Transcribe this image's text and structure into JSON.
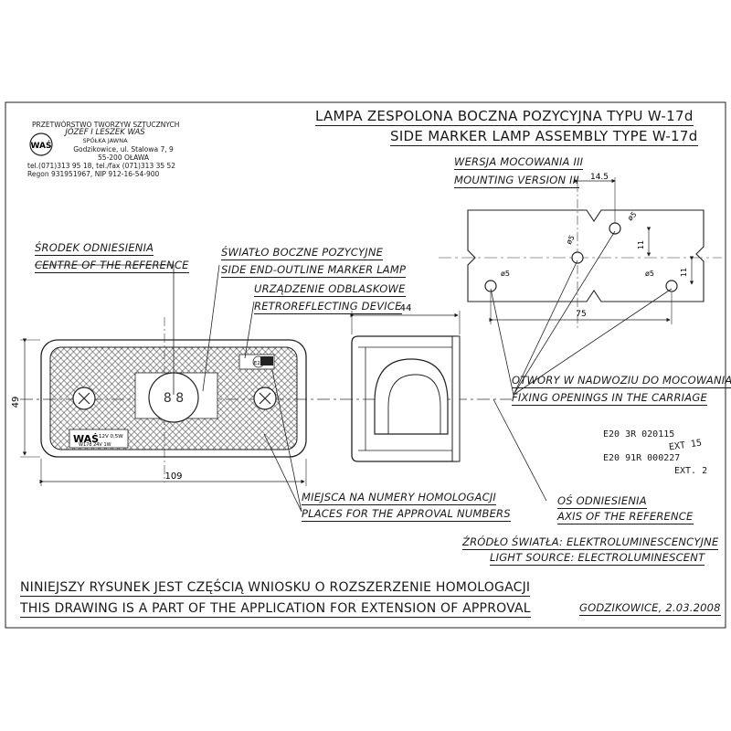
{
  "company": {
    "line1": "PRZETWÓRSTWO TWORZYW SZTUCZNYCH",
    "line2": "JÓZEF I LESZEK WAŚ",
    "line3": "SPÓŁKA JAWNA",
    "line4": "Godzikowice, ul. Stalowa 7, 9",
    "line5": "55-200 OŁAWA",
    "line6": "tel.(071)313 95 18, tel./fax (071)313 35 52",
    "line7": "Regon 931951967, NIP 912-16-54-900",
    "logo_text": "WAŚ"
  },
  "title": {
    "pl": "LAMPA ZESPOLONA BOCZNA POZYCYJNA TYPU W-17d",
    "en": "SIDE MARKER LAMP ASSEMBLY TYPE W-17d"
  },
  "mounting": {
    "pl": "WERSJA MOCOWANIA III",
    "en": "MOUNTING VERSION III",
    "dim_14_5": "14.5",
    "dim_75": "75",
    "dim_11a": "11",
    "dim_11b": "11",
    "phi_top": "ø5",
    "phi_mid": "ø5",
    "phi_left": "ø5",
    "phi_right": "ø5"
  },
  "labels": {
    "ref_pl": "ŚRODEK ODNIESIENIA",
    "ref_en": "CENTRE OF THE REFERENCE",
    "side_pl": "ŚWIATŁO BOCZNE POZYCYJNE",
    "side_en": "SIDE END-OUTLINE MARKER LAMP",
    "retro_pl": "URZĄDZENIE ODBLASKOWE",
    "retro_en": "RETROREFLECTING DEVICE",
    "holes_pl": "OTWORY W NADWOZIU DO MOCOWANIA",
    "holes_en": "FIXING OPENINGS IN THE CARRIAGE",
    "places_pl": "MIEJSCA NA NUMERY HOMOLOGACJI",
    "places_en": "PLACES FOR THE APPROVAL NUMBERS",
    "axis_pl": "OŚ ODNIESIENIA",
    "axis_en": "AXIS OF THE REFERENCE",
    "source_pl": "ŹRÓDŁO ŚWIATŁA: ELEKTROLUMINESCENCYJNE",
    "source_en": "LIGHT SOURCE: ELECTROLUMINESCENT"
  },
  "dimensions": {
    "width": "109",
    "height": "49",
    "depth": "44"
  },
  "lamp": {
    "brand": "WAŚ",
    "spec1": "12V 0,5W",
    "spec2": "W17d  24V 1W",
    "badge": "E20"
  },
  "approvals": {
    "line1": "E20  3R  020115",
    "line1_ext": "EXT 15",
    "line2": "E20  91R  000227",
    "line2_ext": "EXT. 2"
  },
  "footer": {
    "pl": "NINIEJSZY RYSUNEK JEST CZĘŚCIĄ WNIOSKU O ROZSZERZENIE HOMOLOGACJI",
    "en": "THIS DRAWING IS A PART OF THE APPLICATION FOR EXTENSION OF APPROVAL",
    "place_date": "GODZIKOWICE, 2.03.2008"
  }
}
